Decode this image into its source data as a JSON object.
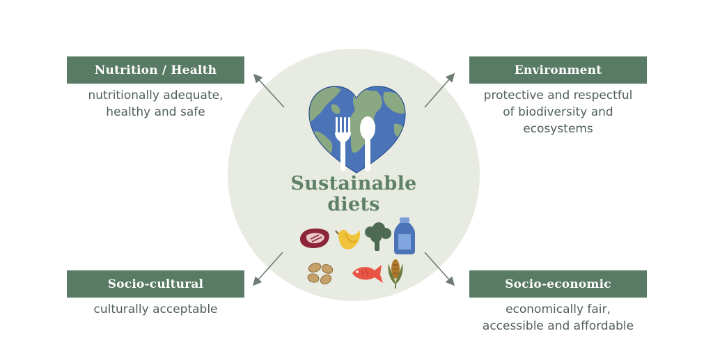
{
  "center": {
    "title_line1": "Sustainable",
    "title_line2": "diets",
    "icons": [
      "heart-globe-icon",
      "fork-icon",
      "spoon-icon",
      "steak-icon",
      "banana-icon",
      "broccoli-icon",
      "milk-bottle-icon",
      "beans-icon",
      "fish-icon",
      "corn-icon"
    ]
  },
  "dimensions": [
    {
      "label": "Nutrition / Health",
      "desc_line1": "nutritionally adequate,",
      "desc_line2": "healthy and safe"
    },
    {
      "label": "Environment",
      "desc_line1": "protective and respectful",
      "desc_line2": "of biodiversity and",
      "desc_line3": "ecosystems"
    },
    {
      "label": "Socio-cultural",
      "desc_line1": "culturally acceptable"
    },
    {
      "label": "Socio-economic",
      "desc_line1": "economically fair,",
      "desc_line2": "accessible and affordable"
    }
  ],
  "colors": {
    "box": "#597a64",
    "circle": "#e7ebe1",
    "title": "#5f8168",
    "text": "#4f5f55",
    "arrow": "#6e7b72"
  }
}
